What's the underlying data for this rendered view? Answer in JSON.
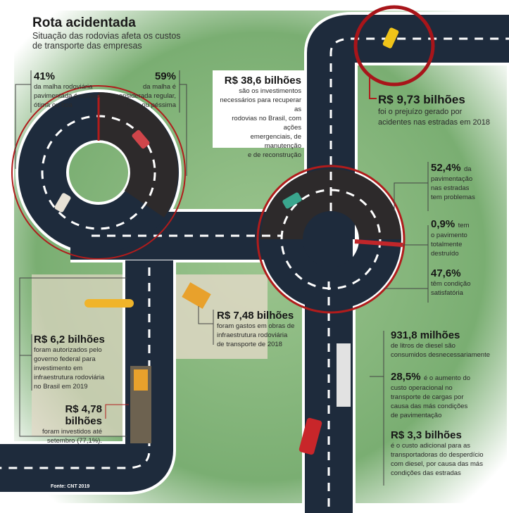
{
  "header": {
    "title": "Rota acidentada",
    "subtitle_line1": "Situação das rodovias afeta os custos",
    "subtitle_line2": "de transporte das empresas"
  },
  "stats": {
    "good": {
      "value": "41%",
      "text": [
        "da malha rodoviária",
        "pavimentada é considerada",
        "ótima ou boa"
      ]
    },
    "bad": {
      "value": "59%",
      "text": [
        "da malha  é",
        "considerada regular,",
        "ruim ou péssima"
      ]
    },
    "investment_needed": {
      "value": "R$ 38,6 bilhões",
      "text": [
        "são os investimentos",
        "necessários para recuperar as",
        "rodovias no Brasil, com ações",
        "emergenciais, de manutenção",
        "e de reconstrução"
      ]
    },
    "accidents": {
      "value": "R$ 9,73 bilhões",
      "text": [
        "foi o prejuízo gerado por",
        "acidentes nas estradas em 2018"
      ]
    },
    "problems": {
      "value": "52,4%",
      "suffix": "da",
      "text": [
        "pavimentação",
        "nas estradas",
        "tem problemas"
      ]
    },
    "destroyed": {
      "value": "0,9%",
      "suffix": "tem",
      "text": [
        "o pavimento",
        "totalmente",
        "destruído"
      ]
    },
    "satisfactory": {
      "value": "47,6%",
      "text": [
        "têm condição",
        "satisfatória"
      ]
    },
    "spent": {
      "value": "R$ 7,48 bilhões",
      "text": [
        "foram gastos em obras de",
        "infraestrutura rodoviária",
        "de transporte de 2018"
      ]
    },
    "authorized": {
      "value": "R$ 6,2 bilhões",
      "text": [
        "foram autorizados pelo",
        "governo federal para",
        "investimento em",
        "infraestrutura rodoviária",
        "no Brasil em 2019"
      ]
    },
    "invested": {
      "value": "R$ 4,78 bilhões",
      "text": [
        "foram investidos até",
        "setembro (77,1%)."
      ]
    },
    "diesel": {
      "value": "931,8 milhões",
      "text": [
        "de litros de diesel são",
        "consumidos desnecessariamente"
      ]
    },
    "cost_increase": {
      "value": "28,5%",
      "suffix": "é o aumento do",
      "text": [
        "custo operacional no",
        "transporte de cargas por",
        "causa das más condições",
        "de pavimentação"
      ]
    },
    "extra_cost": {
      "value": "R$ 3,3 bilhões",
      "text": [
        "é o custo adicional para as",
        "transportadoras do desperdício",
        "com diesel, por causa das más",
        "condições das estradas"
      ]
    }
  },
  "source": "Fonte: CNT 2019",
  "colors": {
    "road": "#1e2b3c",
    "accent": "#b01c1c",
    "grass": "#7fb27a",
    "dirt": "#e2d6c4"
  }
}
